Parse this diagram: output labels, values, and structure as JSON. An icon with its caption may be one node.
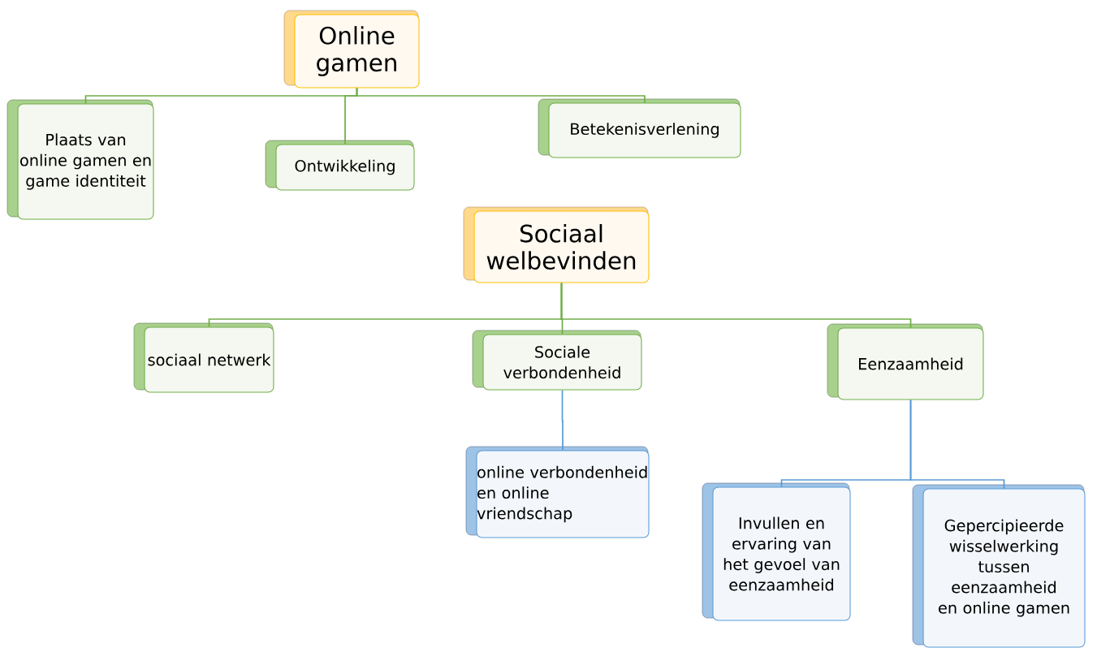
{
  "diagram": {
    "nodes": [
      {
        "text": [
          "Online gamen"
        ]
      },
      {
        "text": [
          "Plaats van online gamen en game identiteit"
        ]
      },
      {
        "text": [
          "Ontwikkeling"
        ]
      },
      {
        "text": [
          "Betekenisverlening"
        ]
      },
      {
        "text": [
          "Sociaal welbevinden"
        ]
      },
      {
        "text": [
          "sociaal netwerk"
        ]
      },
      {
        "text": [
          "Sociale verbondenheid"
        ]
      },
      {
        "text": [
          "Eenzaamheid"
        ]
      },
      {
        "text": [
          "online verbondenheid en online vriendschap"
        ]
      },
      {
        "text": [
          "Invullen en ervaring van het gevoel van eenzaamheid"
        ]
      },
      {
        "text": [
          "Gepercipieerde wisselwerking tussen eenzaamheid en online gamen"
        ]
      }
    ],
    "edges": [
      {
        "from": 0,
        "to": 1,
        "arrow": "none"
      },
      {
        "from": 0,
        "to": 2,
        "arrow": "none"
      },
      {
        "from": 0,
        "to": 3,
        "arrow": "none"
      },
      {
        "from": 4,
        "to": 5,
        "arrow": "none"
      },
      {
        "from": 4,
        "to": 6,
        "arrow": "none"
      },
      {
        "from": 4,
        "to": 7,
        "arrow": "none"
      },
      {
        "from": 6,
        "to": 8,
        "arrow": "none",
        "color": "#5b9bd5"
      },
      {
        "from": 7,
        "to": 9,
        "arrow": "none",
        "color": "#5b9bd5"
      },
      {
        "from": 7,
        "to": 10,
        "arrow": "none",
        "color": "#5b9bd5"
      }
    ]
  }
}
